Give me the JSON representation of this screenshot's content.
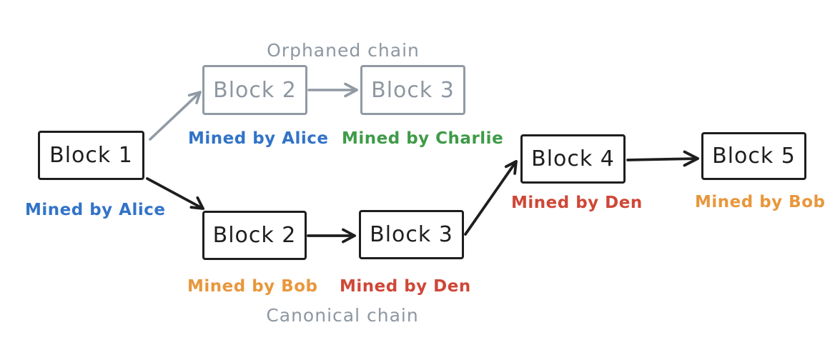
{
  "diagram": {
    "orphaned_chain_title": "Orphaned chain",
    "canonical_chain_title": "Canonical chain"
  },
  "blocks": {
    "block1": {
      "label": "Block 1",
      "miner": "Mined by Alice",
      "miner_color": "blue",
      "chain": "shared"
    },
    "orphan_block2": {
      "label": "Block 2",
      "miner": "Mined by Alice",
      "miner_color": "blue",
      "chain": "orphaned"
    },
    "orphan_block3": {
      "label": "Block 3",
      "miner": "Mined by Charlie",
      "miner_color": "green",
      "chain": "orphaned"
    },
    "canon_block2": {
      "label": "Block 2",
      "miner": "Mined by Bob",
      "miner_color": "orange",
      "chain": "canonical"
    },
    "canon_block3": {
      "label": "Block 3",
      "miner": "Mined by Den",
      "miner_color": "red",
      "chain": "canonical"
    },
    "block4": {
      "label": "Block 4",
      "miner": "Mined by Den",
      "miner_color": "red",
      "chain": "canonical"
    },
    "block5": {
      "label": "Block 5",
      "miner": "Mined by Bob",
      "miner_color": "orange",
      "chain": "canonical"
    }
  },
  "colors": {
    "ink_black": "#1e1e1e",
    "ink_gray": "#8e97a1",
    "blue": "#3273c8",
    "green": "#3f9b48",
    "orange": "#e8973c",
    "red": "#cf4737"
  }
}
